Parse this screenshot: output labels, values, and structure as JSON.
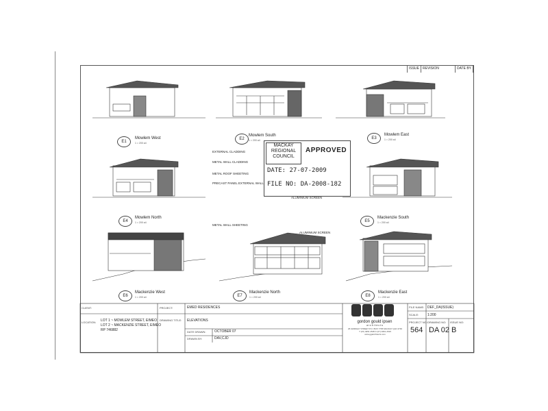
{
  "revision_header": {
    "issue": "ISSUE",
    "revision": "REVISION",
    "date": "DATE BY"
  },
  "elevations": [
    {
      "num": "E1",
      "title": "Mowlem West",
      "scale": "1 = 200 a4"
    },
    {
      "num": "E2",
      "title": "Mowlem South",
      "scale": "1 = 200 a4"
    },
    {
      "num": "E3",
      "title": "Mowlem East",
      "scale": "1 = 200 a4"
    },
    {
      "num": "E4",
      "title": "Mowlem North",
      "scale": "1 = 200 a4"
    },
    {
      "num": "E5",
      "title": "Mackenzie South",
      "scale": "1 = 200 a4"
    },
    {
      "num": "E6",
      "title": "Mackenzie West",
      "scale": "1 = 200 a4"
    },
    {
      "num": "E7",
      "title": "Mackenzie North",
      "scale": "1 = 200 a4"
    },
    {
      "num": "E8",
      "title": "Mackenzie East",
      "scale": "1 = 200 a4"
    }
  ],
  "notes": {
    "external_cladding": "EXTERNAL CLADDING",
    "metal_wall_cladding": "METAL WALL CLADDING",
    "metal_roof_sheeting": "METAL ROOF SHEETING",
    "precast_panel": "PRECAST PANEL EXTERNAL WALL",
    "aluminium_screen_1": "ALUMINIUM SCREEN",
    "metal_wall_sheeting": "METAL WALL SHEETING",
    "aluminium_screen_2": "ALUMINIUM SCREEN"
  },
  "stamp": {
    "authority": [
      "MACKAY",
      "REGIONAL",
      "COUNCIL"
    ],
    "status": "APPROVED",
    "date": "DATE: 27-07-2009",
    "file_no": "FILE NO: DA-2008-182"
  },
  "title_block": {
    "client_label": "CLIENT:",
    "project_label": "PROJECT:",
    "project": "EMED RESIDENCES",
    "location_label": "LOCATION:",
    "location_lines": [
      "LOT 1 ~ MOWLEM STREET, EIMEO",
      "LOT 2 ~ MACKENZIE STREET, EIMEO",
      "RP 746882"
    ],
    "drawing_label": "DRAWING TITLE:",
    "drawing_title": "ELEVATIONS",
    "date_drawn_label": "DATE DRAWN:",
    "date_drawn": "OCTOBER 07",
    "drawn_by_label": "DRAWN BY:",
    "drawn_by": "DAV,CJD",
    "firm": "gordon gould ipsen",
    "firm_sub": "a r c h i t e c t s",
    "firm_address": [
      "26 GRIMLEY STREET  P.O. BOX 7765 MACKAY QLD 4740",
      "T (07) 4951 2505  F (07) 4951 2515",
      "www.ggiarchitects.com"
    ],
    "file_name_label": "FILE NAME:",
    "file_name": "DEF_DA(ISSUE)",
    "scale_label": "SCALE:",
    "scale": "1:200",
    "project_no_label": "PROJECT NO:",
    "project_no": "564",
    "drawing_no_label": "DRAWING NO:",
    "drawing_no": "DA 02",
    "issue_label": "ISSUE NO:",
    "issue": "B"
  }
}
